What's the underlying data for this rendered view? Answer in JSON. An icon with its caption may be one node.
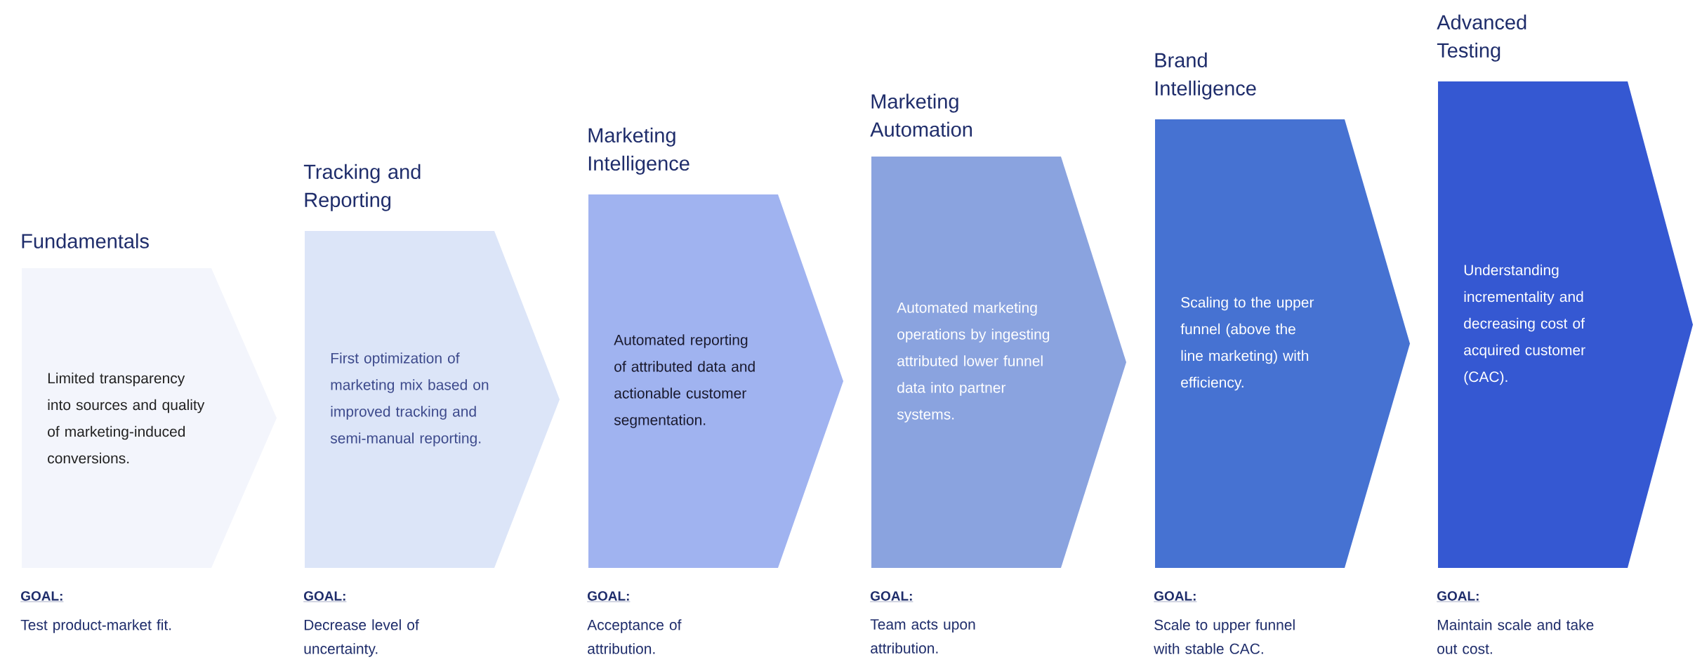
{
  "diagram": {
    "nodes": [
      {
        "text": [
          "Fundamentals",
          "Limited transparency into sources and quality of marketing-induced conversions."
        ],
        "beside": [
          "GOAL:",
          "Test product-market fit."
        ]
      },
      {
        "text": [
          "Tracking and Reporting",
          "First optimization of marketing mix based on improved tracking and semi-manual reporting."
        ],
        "beside": [
          "GOAL:",
          "Decrease level of uncertainty."
        ]
      },
      {
        "text": [
          "Marketing Intelligence",
          "Automated reporting of attributed data and actionable customer segmentation."
        ],
        "beside": [
          "GOAL:",
          "Acceptance of attribution."
        ]
      },
      {
        "text": [
          "Marketing Automation",
          "Automated marketing operations by ingesting attributed lower funnel data into partner systems."
        ],
        "beside": [
          "GOAL:",
          "Team acts upon attribution."
        ]
      },
      {
        "text": [
          "Brand Intelligence",
          "Scaling to the upper funnel (above the line marketing) with efficiency."
        ],
        "beside": [
          "GOAL:",
          "Scale to upper funnel with stable CAC."
        ]
      },
      {
        "text": [
          "Advanced Testing",
          "Understanding incrementality and decreasing cost of acquired customer (CAC)."
        ],
        "beside": [
          "GOAL:",
          "Maintain scale and take out cost."
        ]
      }
    ]
  }
}
